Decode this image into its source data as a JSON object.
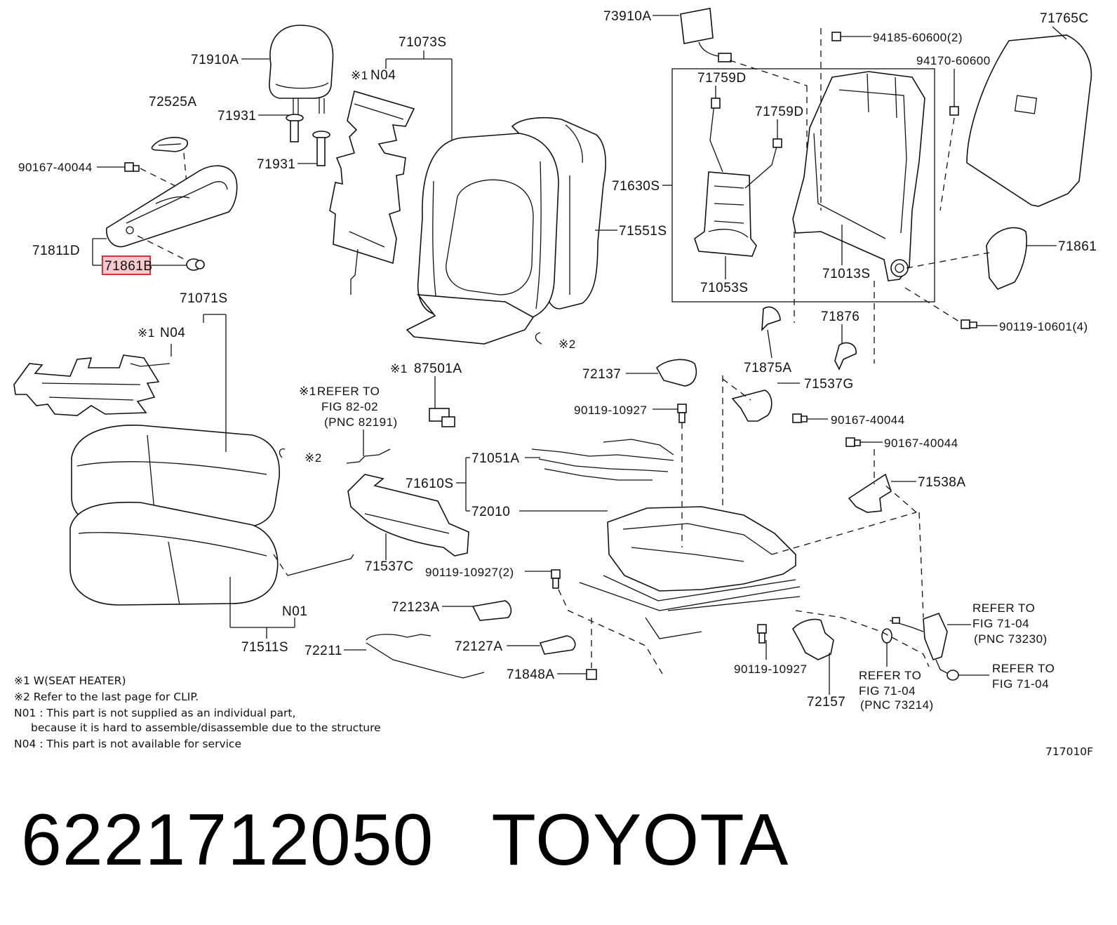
{
  "labels": {
    "l73910A": "73910A",
    "l94185": "94185-60600(2)",
    "l71765C": "71765C",
    "l94170": "94170-60600",
    "l71910A": "71910A",
    "l71073S": "71073S",
    "l72525A": "72525A",
    "l71931a": "71931",
    "l71931b": "71931",
    "l90167a": "90167-40044",
    "l71811D": "71811D",
    "l71861B": "71861B",
    "l71759Da": "71759D",
    "l71759Db": "71759D",
    "l71630S": "71630S",
    "l71551S": "71551S",
    "l71861": "71861",
    "l71053S": "71053S",
    "l71013S": "71013S",
    "l90119_4": "90119-10601(4)",
    "l71071S": "71071S",
    "l71876": "71876",
    "l71875A": "71875A",
    "l72137": "72137",
    "l71537G": "71537G",
    "l87501A": "87501A",
    "l90119_10927a": "90119-10927",
    "l90167b": "90167-40044",
    "l90167c": "90167-40044",
    "l71051A": "71051A",
    "l71610S": "71610S",
    "l71538A": "71538A",
    "l72010": "72010",
    "l71537C": "71537C",
    "l90119_10927_2": "90119-10927(2)",
    "l72123A": "72123A",
    "lN01": "N01",
    "l71511S": "71511S",
    "l72211": "72211",
    "l72127A": "72127A",
    "l71848A": "71848A",
    "l90119_10927b": "90119-10927",
    "l72157": "72157",
    "lN04a": "N04",
    "lN04b": "N04",
    "mark1a": "※1",
    "mark1b": "※1",
    "mark1c": "※1",
    "mark1d": "※1",
    "mark2a": "※2",
    "mark2b": "※2",
    "refer_82_02": [
      "REFER TO",
      "FIG 82-02",
      "(PNC 82191)"
    ],
    "refer_73230": [
      "REFER TO",
      "FIG 71-04",
      "(PNC 73230)"
    ],
    "refer_73214": [
      "REFER TO",
      "FIG 71-04",
      "(PNC 73214)"
    ],
    "refer_71_04": [
      "REFER TO",
      "FIG 71-04"
    ]
  },
  "notes": [
    "※1 W(SEAT HEATER)",
    "※2 Refer to the last page for CLIP.",
    "N01 : This part is not supplied as an individual part,",
    "because it is hard to assemble/disassemble due to the structure",
    "N04 : This part is not available for service"
  ],
  "figure_code": "717010F",
  "highlight_part": "71861B",
  "highlight_colors": {
    "fill": "#f6c9cd",
    "stroke": "#d9303a"
  },
  "caption": {
    "part_number": "6221712050",
    "brand": "TOYOTA"
  }
}
